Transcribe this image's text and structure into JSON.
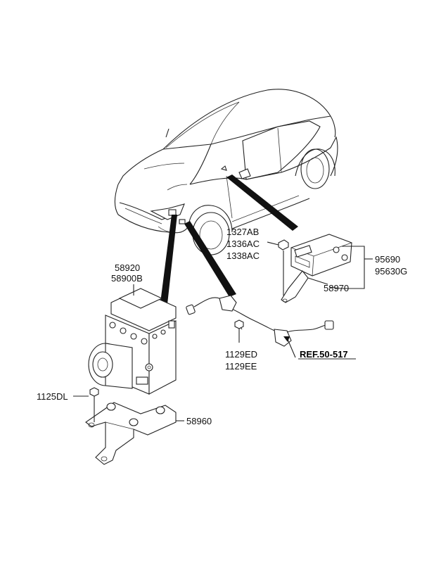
{
  "callouts": {
    "c1327AB": "1327AB",
    "c1336AC": "1336AC",
    "c1338AC": "1338AC",
    "c95690": "95690",
    "c95630G": "95630G",
    "c58970": "58970",
    "c58920": "58920",
    "c58900B": "58900B",
    "c1129ED": "1129ED",
    "c1129EE": "1129EE",
    "c1125DL": "1125DL",
    "c58960": "58960"
  },
  "reference": "REF.50-517"
}
